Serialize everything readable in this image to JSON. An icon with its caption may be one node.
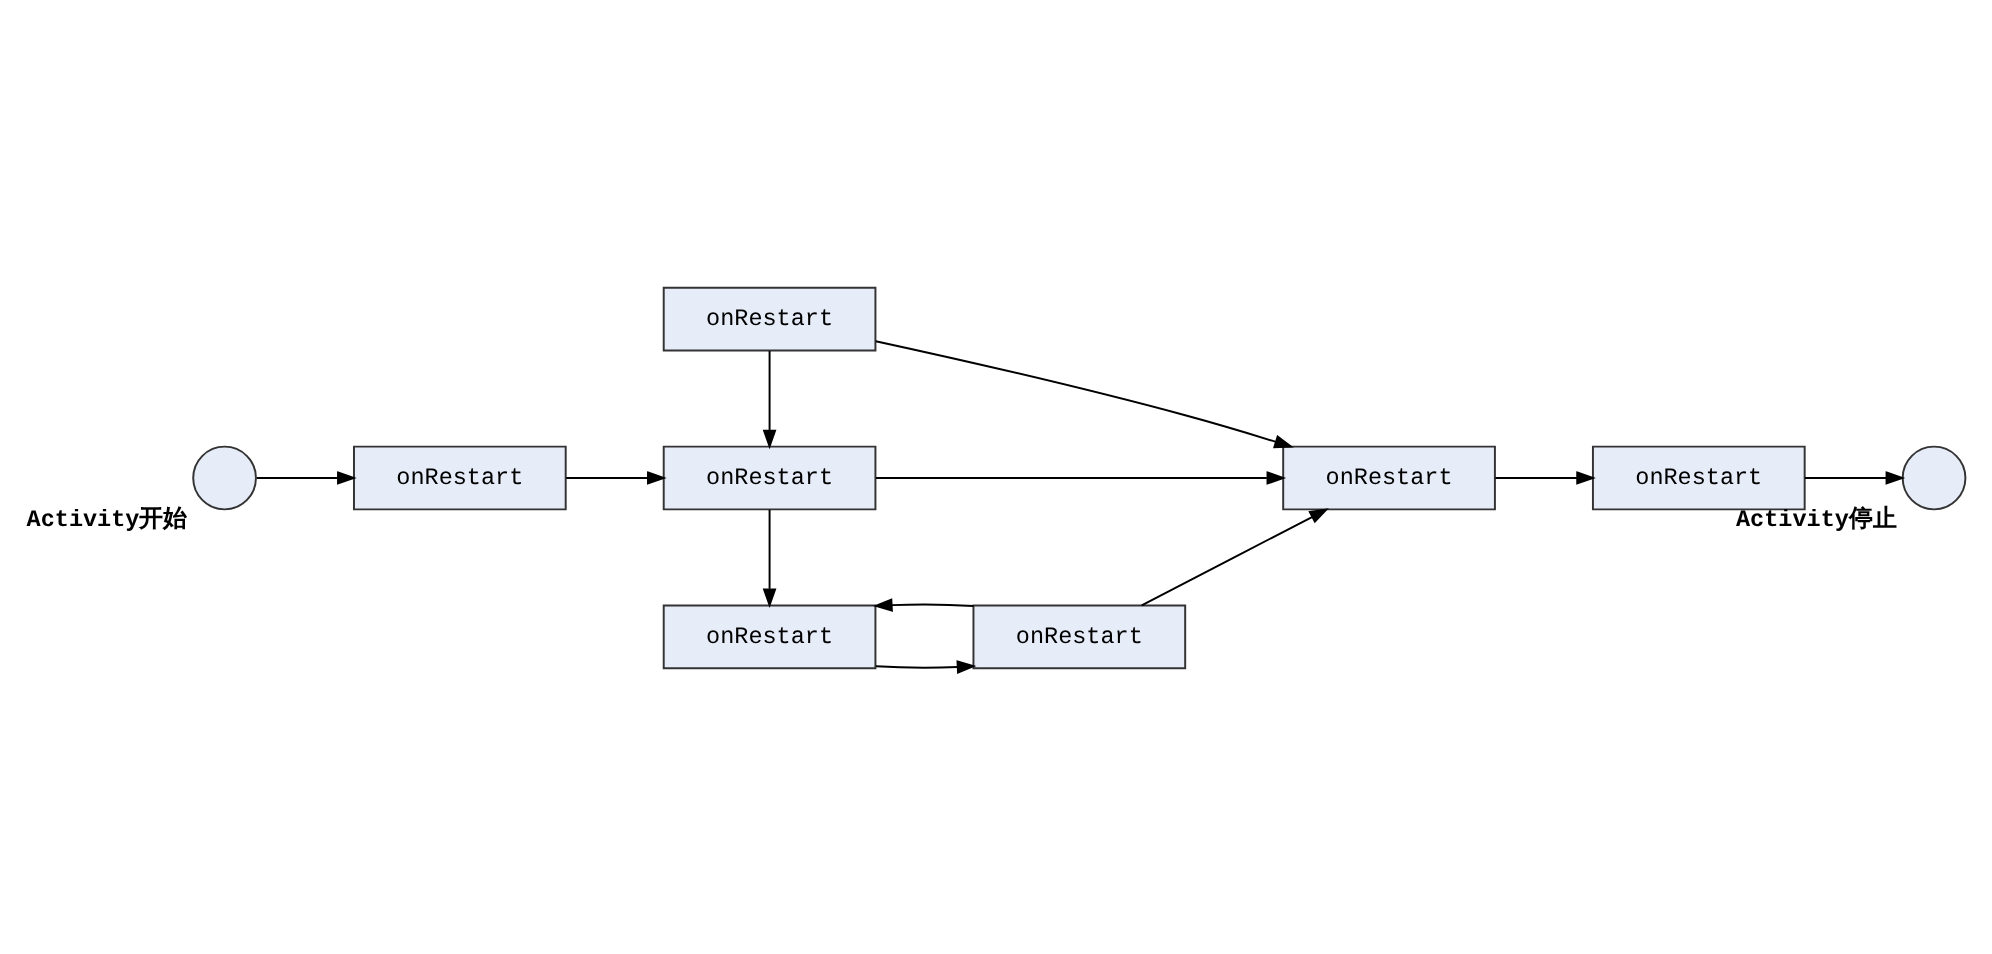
{
  "diagram": {
    "nodes": [
      {
        "text": [],
        "shape": "circle",
        "beside": [
          "Activity开始"
        ]
      },
      {
        "text": [
          "onRestart"
        ]
      },
      {
        "text": [
          "onRestart"
        ]
      },
      {
        "text": [
          "onRestart"
        ]
      },
      {
        "text": [
          "onRestart"
        ]
      },
      {
        "text": [
          "onRestart"
        ]
      },
      {
        "text": [],
        "shape": "circle",
        "beside": [
          "Activity停止"
        ]
      },
      {
        "text": [
          "onRestart"
        ]
      },
      {
        "text": [
          "onRestart"
        ]
      }
    ],
    "edges": [
      {
        "from": 0,
        "to": 1,
        "arrow": "to"
      },
      {
        "from": 1,
        "to": 3,
        "arrow": "to"
      },
      {
        "from": 2,
        "to": 3,
        "arrow": "to"
      },
      {
        "from": 2,
        "to": 4,
        "arrow": "to"
      },
      {
        "from": 3,
        "to": 4,
        "arrow": "to"
      },
      {
        "from": 3,
        "to": 7,
        "arrow": "to"
      },
      {
        "from": 7,
        "to": 8,
        "arrow": "to"
      },
      {
        "from": 8,
        "to": 7,
        "arrow": "to"
      },
      {
        "from": 8,
        "to": 4,
        "arrow": "to"
      },
      {
        "from": 4,
        "to": 5,
        "arrow": "to"
      },
      {
        "from": 5,
        "to": 6,
        "arrow": "to"
      }
    ]
  }
}
